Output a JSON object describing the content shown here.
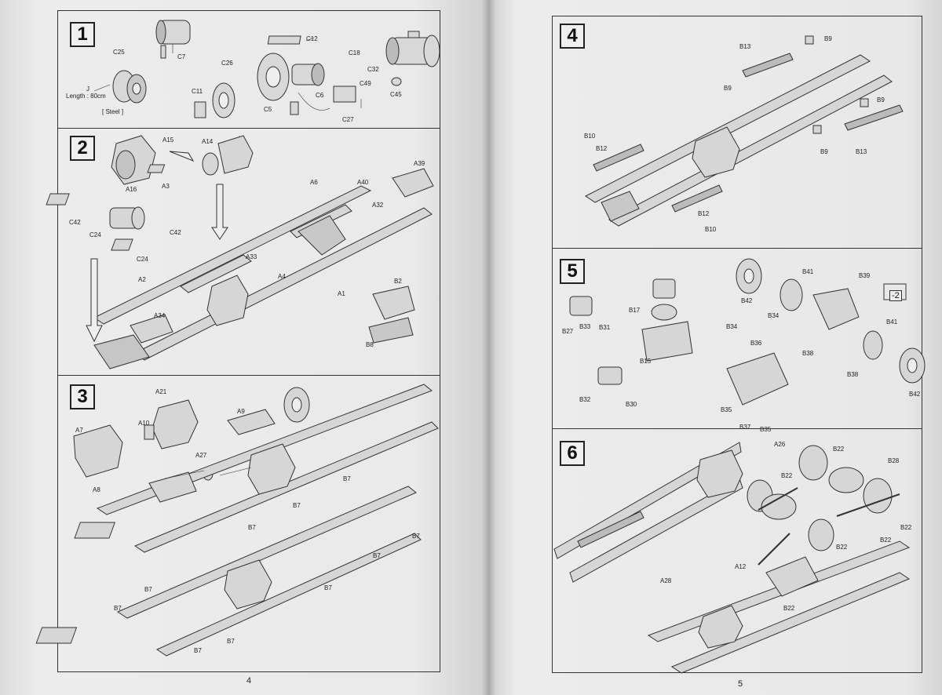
{
  "left_page": {
    "page_number": "4",
    "steps": [
      {
        "number": "1",
        "labels": [
          "C25",
          "C7",
          "C26",
          "C11",
          "C12",
          "C18",
          "C32",
          "C49",
          "C45",
          "C5",
          "C6",
          "C27"
        ],
        "note_length": "Length : 80cm",
        "note_material": "[ Steel ]",
        "note_j": "J"
      },
      {
        "number": "2",
        "labels": [
          "A15",
          "A14",
          "A16",
          "A3",
          "A39",
          "A6",
          "A40",
          "A32",
          "C42",
          "C24",
          "C42",
          "C24",
          "A33",
          "A4",
          "A1",
          "A2",
          "B2",
          "A34",
          "B8"
        ]
      },
      {
        "number": "3",
        "labels": [
          "A21",
          "A10",
          "A7",
          "A9",
          "A27",
          "A8",
          "B7",
          "B7",
          "B7",
          "B7",
          "B7",
          "B7",
          "B7",
          "B7",
          "B7",
          "B7"
        ]
      }
    ]
  },
  "right_page": {
    "page_number": "5",
    "steps": [
      {
        "number": "4",
        "labels": [
          "B13",
          "B9",
          "B9",
          "B9",
          "B9",
          "B13",
          "B10",
          "B12",
          "B12",
          "B10"
        ]
      },
      {
        "number": "5",
        "labels": [
          "B41",
          "B39",
          "B17",
          "B42",
          "B27",
          "B33",
          "B31",
          "B34",
          "B34",
          "B36",
          "B38",
          "B41",
          "B38",
          "B15",
          "B32",
          "B30",
          "B35",
          "B37",
          "B35",
          "B42"
        ],
        "ref": "-2"
      },
      {
        "number": "6",
        "labels": [
          "A26",
          "B22",
          "B28",
          "B22",
          "B22",
          "B22",
          "A12",
          "A28",
          "B22",
          "B22"
        ]
      }
    ]
  },
  "colors": {
    "paper": "#e9e9e9",
    "ink": "#222222",
    "background": "#3a3a3a"
  }
}
